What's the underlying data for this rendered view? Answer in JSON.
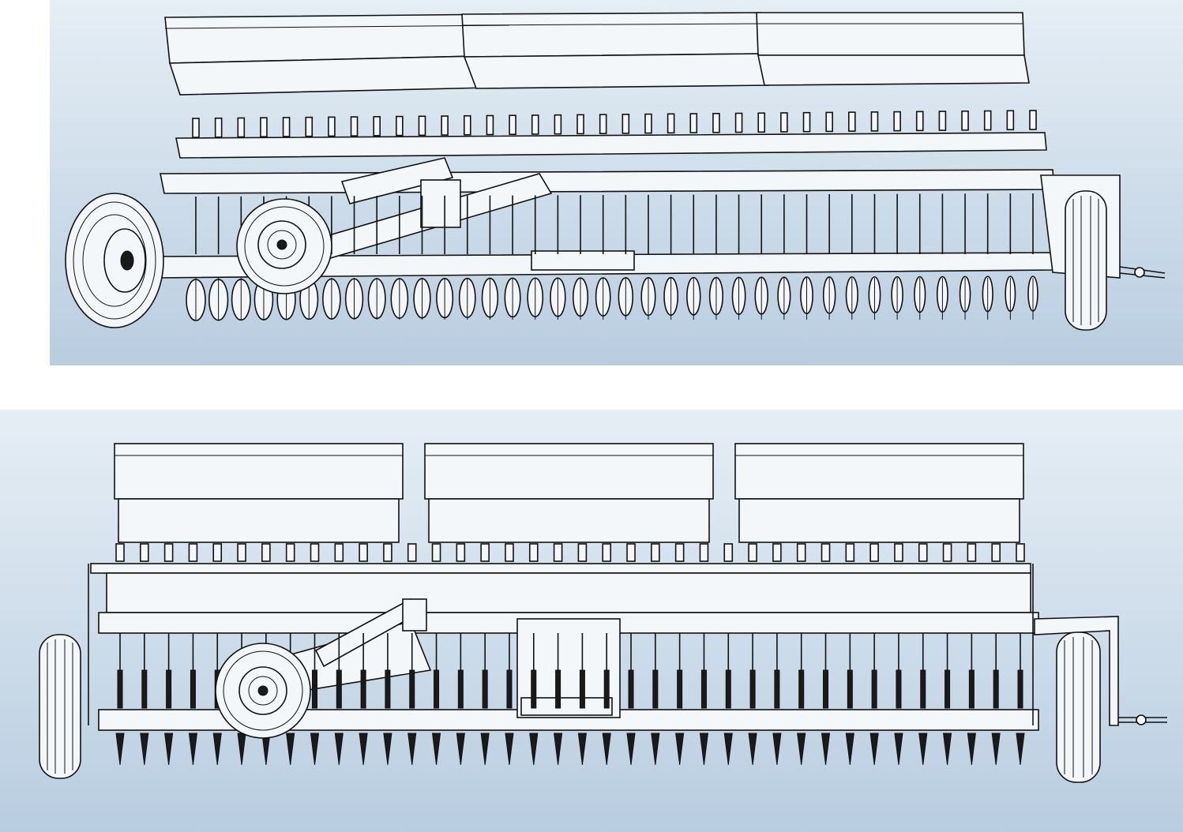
{
  "figure": {
    "views": [
      {
        "id": "perspective-view"
      },
      {
        "id": "front-view"
      }
    ],
    "colors": {
      "panel_gradient_top": "#e6eef5",
      "panel_gradient_bottom": "#b9cde0",
      "line": "#111111",
      "part_fill": "#f4f7fa"
    },
    "machine": {
      "hopper_count": 3,
      "row_unit_count": 38,
      "transport_wheel_count": 2,
      "gauge_wheel_count": 1
    }
  }
}
